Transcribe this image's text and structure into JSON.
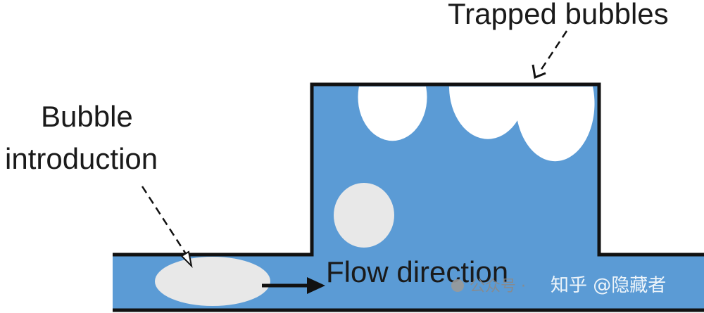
{
  "labels": {
    "trapped_bubbles": "Trapped bubbles",
    "bubble_introduction_line1": "Bubble",
    "bubble_introduction_line2": "introduction",
    "flow_direction": "Flow direction"
  },
  "watermark": {
    "wechat_text": "公众号 ·",
    "zhihu_text": "知乎 @隐藏者"
  },
  "colors": {
    "channel_fill": "#5b9bd5",
    "bubble_trapped": "#ffffff",
    "bubble_moving": "#e8e8e8",
    "outline": "#111111"
  }
}
